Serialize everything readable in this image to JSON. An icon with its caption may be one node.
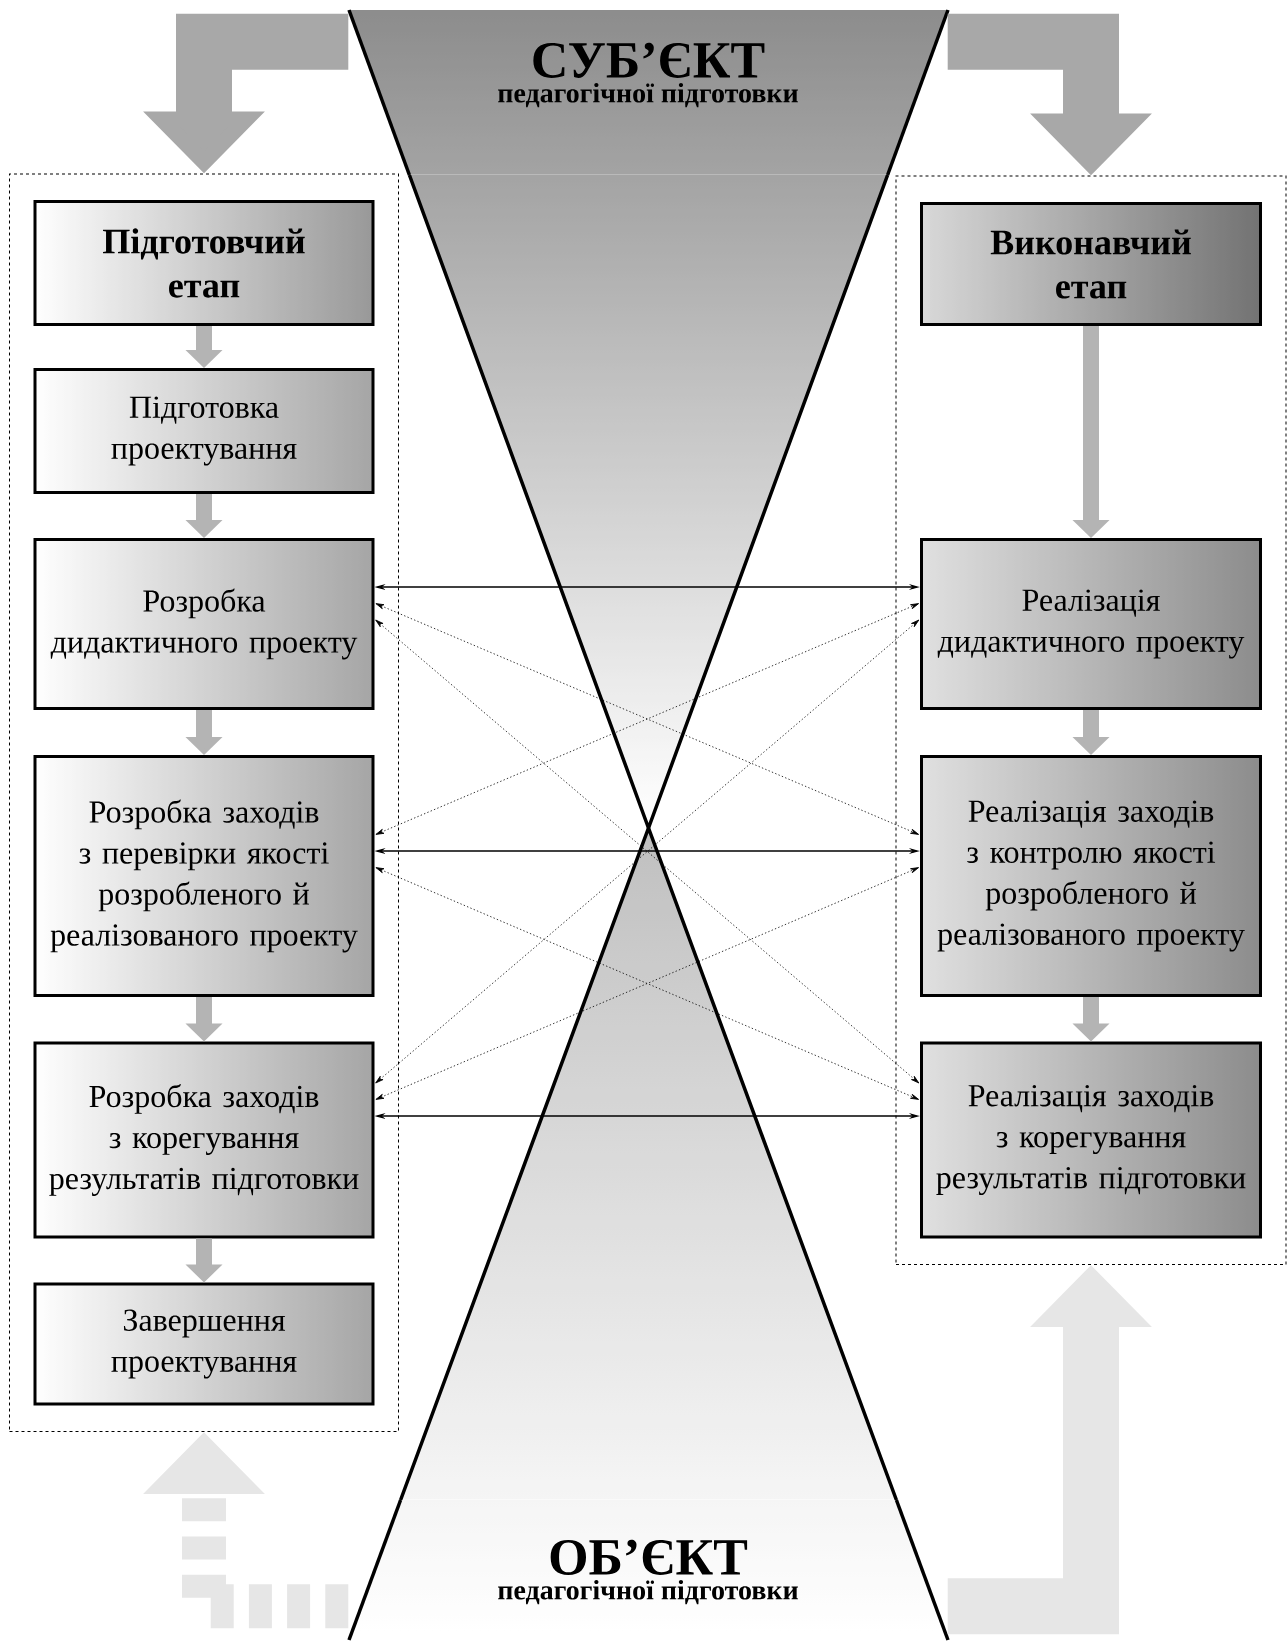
{
  "diagram": {
    "nodes": [
      {
        "text": [
          "СУБ’ЄКТ",
          "педагогічної підготовки"
        ]
      },
      {
        "text": [
          "ОБ’ЄКТ",
          "педагогічної підготовки"
        ]
      },
      {
        "text": [],
        "shape": "box"
      },
      {
        "text": [
          "Підготовчий етап"
        ],
        "in": 2
      },
      {
        "text": [
          "Підготовка проектування"
        ],
        "in": 2
      },
      {
        "text": [
          "Розробка дидактичного проекту"
        ],
        "in": 2
      },
      {
        "text": [
          "Розробка заходів з перевірки якості розробленого й реалізованого проекту"
        ],
        "in": 2
      },
      {
        "text": [
          "Розробка заходів з корегування результатів підготовки"
        ],
        "in": 2
      },
      {
        "text": [
          "Завершення проектування"
        ],
        "in": 2
      },
      {
        "text": [],
        "shape": "box"
      },
      {
        "text": [
          "Виконавчий етап"
        ],
        "in": 9
      },
      {
        "text": [
          "Реалізація дидактичного проекту"
        ],
        "in": 9
      },
      {
        "text": [
          "Реалізація заходів з контролю якості розробленого й реалізованого проекту"
        ],
        "in": 9
      },
      {
        "text": [
          "Реалізація заходів з корегування результатів підготовки"
        ],
        "in": 9
      }
    ],
    "edges": [
      {
        "from": 0,
        "to": 2,
        "arrow": "to",
        "style": "thick",
        "color": "#a8a8a8"
      },
      {
        "from": 0,
        "to": 9,
        "arrow": "to",
        "style": "thick",
        "color": "#a8a8a8"
      },
      {
        "from": 1,
        "to": 2,
        "arrow": "to",
        "style": "dashed",
        "color": "#e6e6e6"
      },
      {
        "from": 1,
        "to": 9,
        "arrow": "to",
        "style": "thick",
        "color": "#e6e6e6"
      },
      {
        "from": 3,
        "to": 4,
        "arrow": "to",
        "color": "#b4b4b4"
      },
      {
        "from": 4,
        "to": 5,
        "arrow": "to",
        "color": "#b4b4b4"
      },
      {
        "from": 5,
        "to": 6,
        "arrow": "to",
        "color": "#b4b4b4"
      },
      {
        "from": 6,
        "to": 7,
        "arrow": "to",
        "color": "#b4b4b4"
      },
      {
        "from": 7,
        "to": 8,
        "arrow": "to",
        "color": "#b4b4b4"
      },
      {
        "from": 10,
        "to": 11,
        "arrow": "to",
        "color": "#b4b4b4"
      },
      {
        "from": 11,
        "to": 12,
        "arrow": "to",
        "color": "#b4b4b4"
      },
      {
        "from": 12,
        "to": 13,
        "arrow": "to",
        "color": "#b4b4b4"
      },
      {
        "from": 5,
        "to": 11,
        "arrow": "both"
      },
      {
        "from": 6,
        "to": 12,
        "arrow": "both"
      },
      {
        "from": 7,
        "to": 13,
        "arrow": "both"
      },
      {
        "from": 5,
        "to": 12,
        "arrow": "both",
        "style": "dashed"
      },
      {
        "from": 5,
        "to": 13,
        "arrow": "both",
        "style": "dashed"
      },
      {
        "from": 6,
        "to": 11,
        "arrow": "both",
        "style": "dashed"
      },
      {
        "from": 6,
        "to": 13,
        "arrow": "both",
        "style": "dashed"
      },
      {
        "from": 7,
        "to": 11,
        "arrow": "both",
        "style": "dashed"
      },
      {
        "from": 7,
        "to": 12,
        "arrow": "both",
        "style": "dashed"
      }
    ]
  }
}
